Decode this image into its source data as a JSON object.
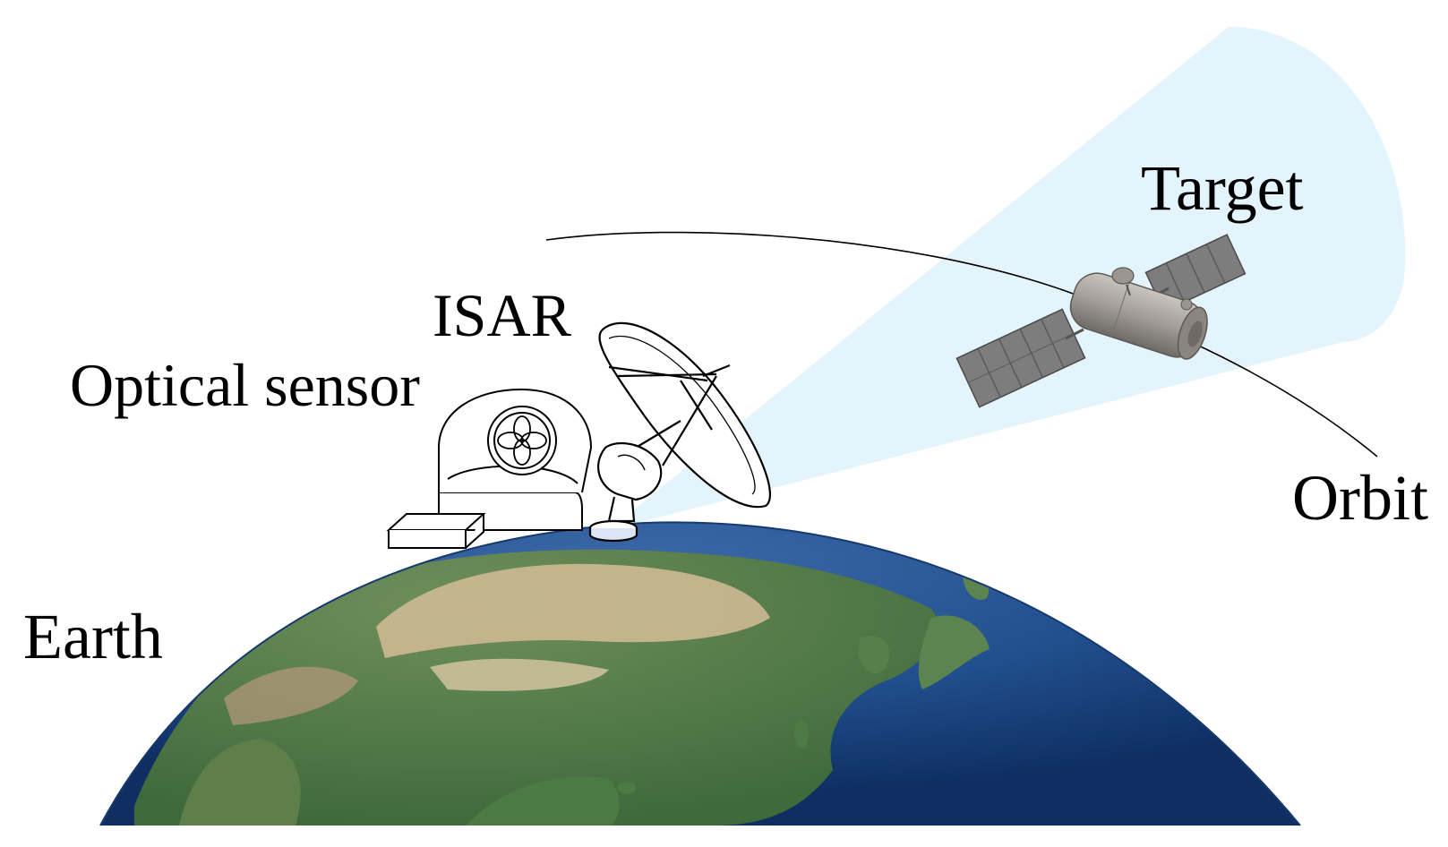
{
  "labels": {
    "target": "Target",
    "isar": "ISAR",
    "optical_sensor": "Optical sensor",
    "orbit": "Orbit",
    "earth": "Earth"
  },
  "colors": {
    "beam": "#e3f4fc",
    "ocean": "#1f4a8c",
    "land_green": "#4f7a45",
    "land_desert": "#c8b58e",
    "satellite_body": "#9c9791",
    "solar_panel": "#7b7b7b",
    "line": "#000000"
  },
  "icons": {
    "satellite": "satellite-icon",
    "radar_dish": "radar-dish-icon",
    "optical_telescope": "telescope-icon",
    "earth": "earth-globe"
  }
}
